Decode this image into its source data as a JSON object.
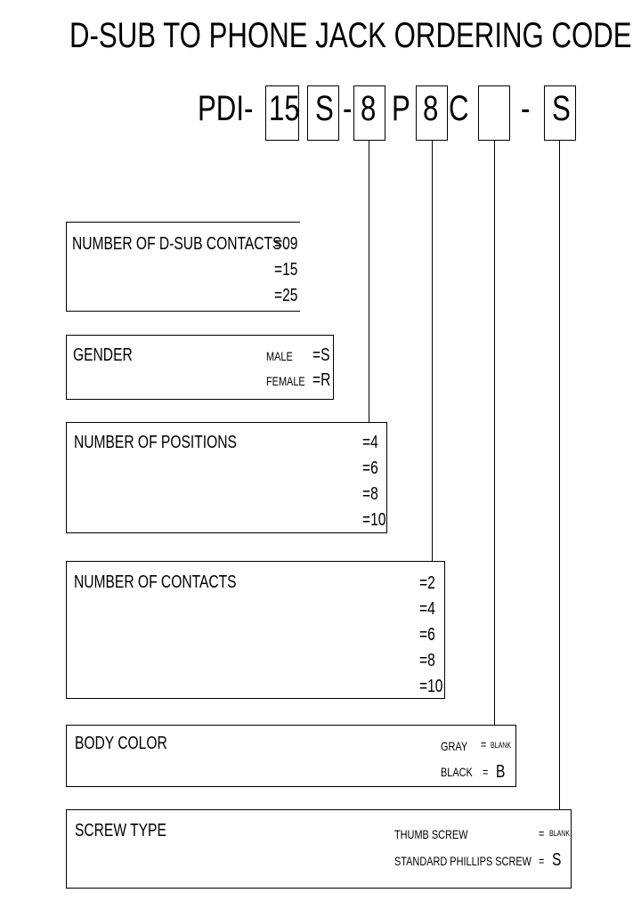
{
  "title": "D-SUB TO PHONE JACK ORDERING CODE",
  "code": {
    "prefix": "PDI-",
    "contacts": "15",
    "gender": "S",
    "dash1": "-",
    "positions": "8",
    "p_letter": "P",
    "num_contacts": "8",
    "c_letter": "C",
    "color": "",
    "dash2": "-",
    "screw": "S"
  },
  "panels": {
    "dsub_contacts": {
      "label": "NUMBER OF D-SUB CONTACTS",
      "options": [
        "=09",
        "=15",
        "=25"
      ]
    },
    "gender": {
      "label": "GENDER",
      "options": [
        {
          "name": "MALE",
          "code": "=S"
        },
        {
          "name": "FEMALE",
          "code": "=R"
        }
      ]
    },
    "positions": {
      "label": "NUMBER OF POSITIONS",
      "options": [
        "=4",
        "=6",
        "=8",
        "=10"
      ]
    },
    "contacts": {
      "label": "NUMBER OF CONTACTS",
      "options": [
        "=2",
        "=4",
        "=6",
        "=8",
        "=10"
      ]
    },
    "body_color": {
      "label": "BODY COLOR",
      "options": [
        {
          "name": "GRAY",
          "eq": "=",
          "code": "BLANK"
        },
        {
          "name": "BLACK",
          "eq": "=",
          "code": "B"
        }
      ]
    },
    "screw_type": {
      "label": "SCREW TYPE",
      "options": [
        {
          "name": "THUMB SCREW",
          "eq": "=",
          "code": "BLANK"
        },
        {
          "name": "STANDARD PHILLIPS SCREW",
          "eq": "=",
          "code": "S"
        }
      ]
    }
  }
}
